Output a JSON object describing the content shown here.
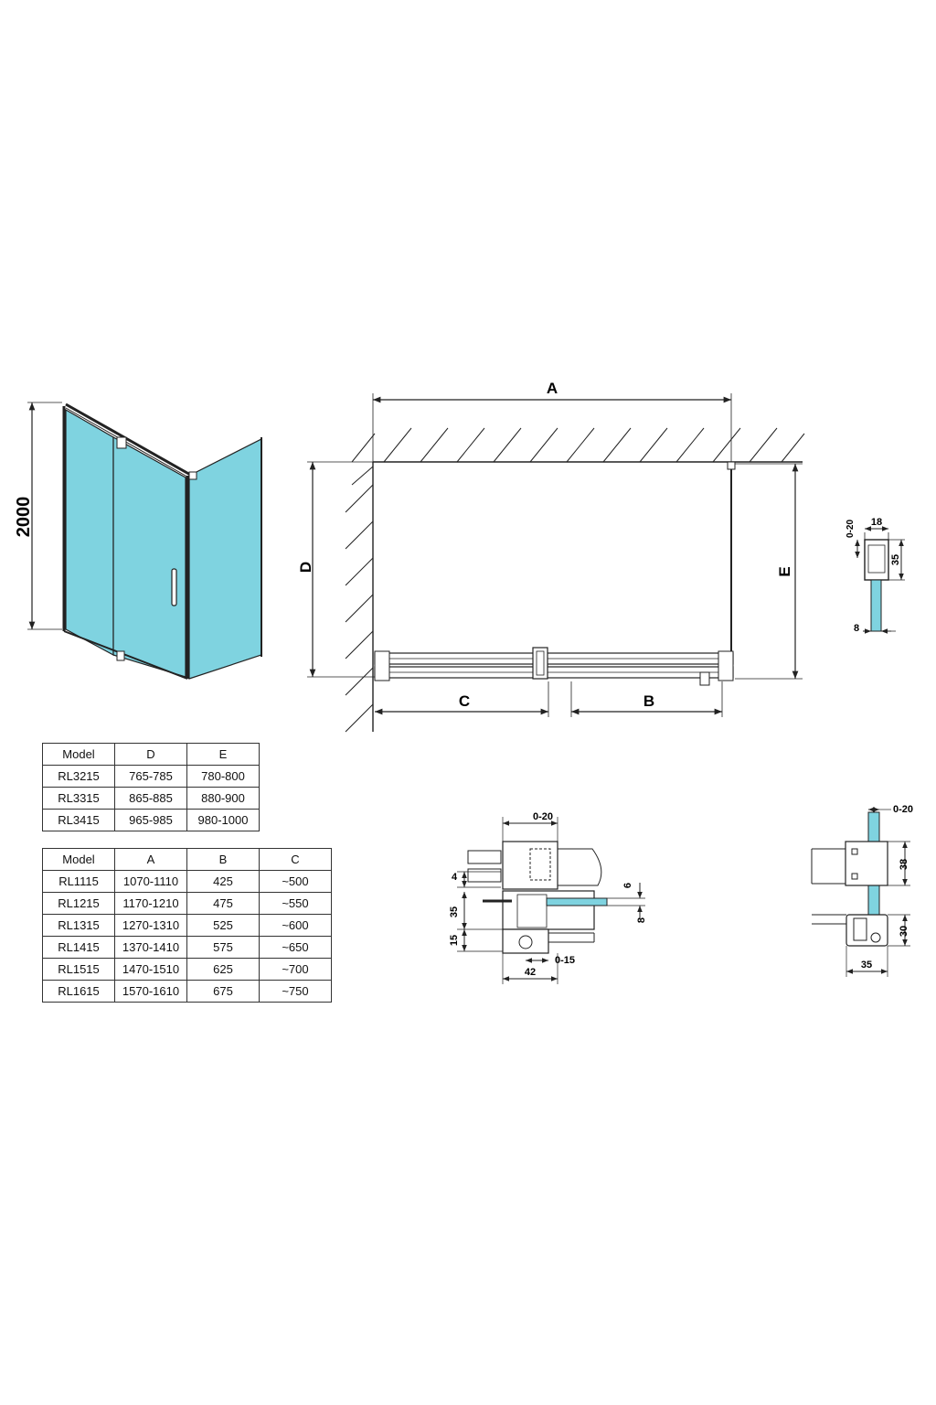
{
  "colors": {
    "glass": "#7fd3e0",
    "line": "#222222",
    "background": "#ffffff"
  },
  "perspective": {
    "height_label": "2000"
  },
  "plan": {
    "label_a": "A",
    "label_b": "B",
    "label_c": "C",
    "label_d": "D",
    "label_e": "E"
  },
  "detail_profile": {
    "label_top": "0-20",
    "label_width": "18",
    "label_height": "35",
    "label_glass": "8"
  },
  "detail_wall_mount": {
    "label_adjust": "0-20",
    "label_4": "4",
    "label_35": "35",
    "label_15": "15",
    "label_6": "6",
    "label_8": "8",
    "label_adjust_lower": "0-15",
    "label_42": "42"
  },
  "detail_fixed_panel": {
    "label_adjust": "0-20",
    "label_38": "38",
    "label_30": "30",
    "label_35": "35"
  },
  "table_de": {
    "headers": [
      "Model",
      "D",
      "E"
    ],
    "rows": [
      [
        "RL3215",
        "765-785",
        "780-800"
      ],
      [
        "RL3315",
        "865-885",
        "880-900"
      ],
      [
        "RL3415",
        "965-985",
        "980-1000"
      ]
    ]
  },
  "table_abc": {
    "headers": [
      "Model",
      "A",
      "B",
      "C"
    ],
    "rows": [
      [
        "RL1115",
        "1070-1110",
        "425",
        "~500"
      ],
      [
        "RL1215",
        "1170-1210",
        "475",
        "~550"
      ],
      [
        "RL1315",
        "1270-1310",
        "525",
        "~600"
      ],
      [
        "RL1415",
        "1370-1410",
        "575",
        "~650"
      ],
      [
        "RL1515",
        "1470-1510",
        "625",
        "~700"
      ],
      [
        "RL1615",
        "1570-1610",
        "675",
        "~750"
      ]
    ]
  }
}
